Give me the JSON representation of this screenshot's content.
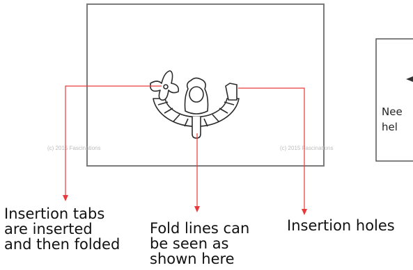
{
  "watermark": {
    "left": "(c) 2015 Fascinations",
    "right": "(c) 2015 Fascinations"
  },
  "callouts": {
    "insertion_tabs": {
      "lines": [
        "Insertion tabs",
        "are inserted",
        "and then folded"
      ]
    },
    "fold_lines": {
      "lines": [
        "Fold lines can",
        "be seen as",
        "shown here"
      ]
    },
    "insertion_holes": {
      "lines": [
        "Insertion holes"
      ]
    }
  },
  "side_panel": {
    "text_lines": [
      "Nee",
      "hel"
    ]
  },
  "colors": {
    "frame": "#7a7a7a",
    "leader_line": "#e83a3a",
    "part_outline": "#2b2b2b",
    "watermark": "#bdbdbd",
    "text": "#111111"
  },
  "icons": {
    "part": "fold-out-part-icon",
    "side_panel_arrow": "arrow-icon"
  }
}
